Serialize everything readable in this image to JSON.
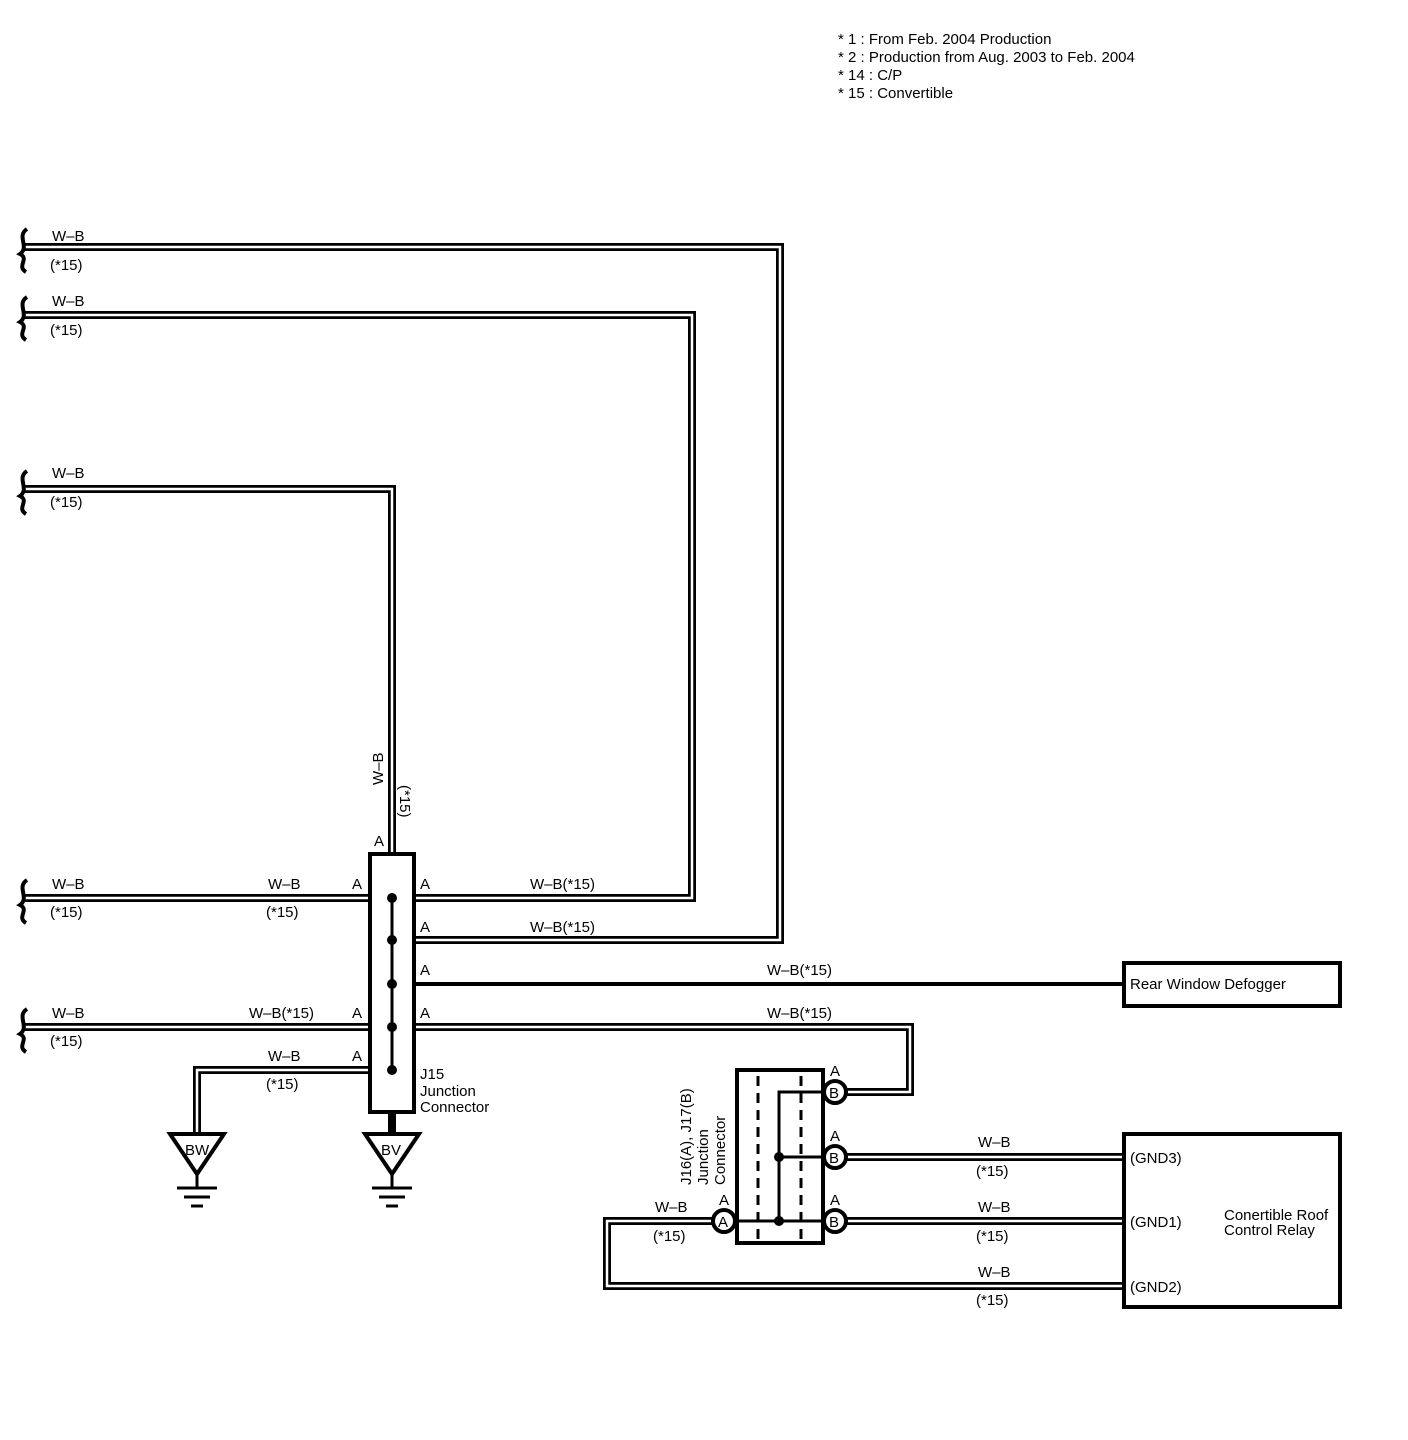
{
  "notes": [
    "* 1 : From Feb.  2004 Production",
    "* 2 : Production from Aug.  2003 to Feb.  2004",
    "* 14 : C/P",
    "* 15 : Convertible"
  ],
  "wire_color": "W–B",
  "wire_note": "(*15)",
  "wire_color_note": "W–B(*15)",
  "pin_a": "A",
  "pin_b": "B",
  "j15": {
    "id": "J15",
    "line1": "Junction",
    "line2": "Connector"
  },
  "j16": {
    "id": "J16(A), J17(B)",
    "line1": "Junction",
    "line2": "Connector"
  },
  "grounds": {
    "left": "BW",
    "right": "BV"
  },
  "defogger": "Rear Window Defogger",
  "relay": {
    "line1": "Conertible Roof",
    "line2": "Control Relay",
    "gnd3": "(GND3)",
    "gnd1": "(GND1)",
    "gnd2": "(GND2)"
  }
}
